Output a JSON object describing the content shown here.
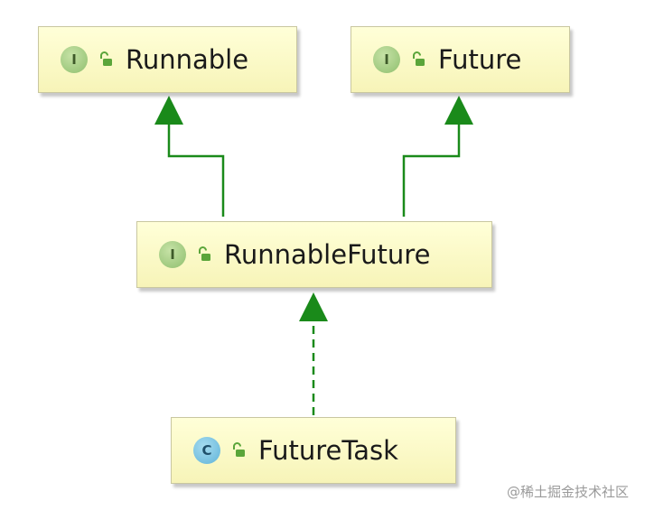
{
  "nodes": {
    "runnable": {
      "kind": "I",
      "label": "Runnable"
    },
    "future": {
      "kind": "I",
      "label": "Future"
    },
    "runnable_future": {
      "kind": "I",
      "label": "RunnableFuture"
    },
    "future_task": {
      "kind": "C",
      "label": "FutureTask"
    }
  },
  "edges": [
    {
      "from": "runnable_future",
      "to": "runnable",
      "style": "solid",
      "relation": "extends"
    },
    {
      "from": "runnable_future",
      "to": "future",
      "style": "solid",
      "relation": "extends"
    },
    {
      "from": "future_task",
      "to": "runnable_future",
      "style": "dashed",
      "relation": "implements"
    }
  ],
  "colors": {
    "edge": "#1a8a1a",
    "box_fill_top": "#ffffd8",
    "box_fill_bottom": "#f7f4b8",
    "interface_badge": "#9cc97c",
    "class_badge": "#6cbde0",
    "lock": "#5aa53a"
  },
  "watermark": "@稀土掘金技术社区"
}
